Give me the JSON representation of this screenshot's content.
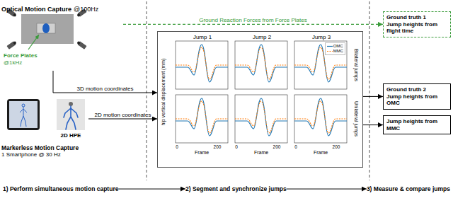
{
  "diagram": {
    "nodes": [
      {
        "text": [
          "Optical Motion Capture",
          "@100Hz"
        ]
      },
      {
        "text": [
          "Markerless Motion Capture",
          "1 Smartphone @ 30 Hz"
        ]
      },
      {
        "text": [
          "Jump 1",
          "Jump 2",
          "Jump 3"
        ]
      },
      {
        "text": [
          "Ground truth 1",
          "Jump heights from flight time"
        ]
      },
      {
        "text": [
          "Ground truth 2",
          "Jump heights from OMC"
        ]
      },
      {
        "text": [
          "Jump heights from MMC"
        ]
      },
      {
        "text": [
          "1) Perform simultaneous motion capture"
        ]
      },
      {
        "text": [
          "2) Segment and synchronize jumps"
        ]
      },
      {
        "text": [
          "3) Measure & compare jumps"
        ]
      }
    ],
    "edges": [
      {
        "from": 0,
        "to": 2,
        "arrow": "to",
        "label": "3D motion coordinates"
      },
      {
        "from": 1,
        "to": 2,
        "arrow": "to",
        "label": "2D motion coordinates"
      },
      {
        "from": 0,
        "to": 3,
        "arrow": "to",
        "label": "Ground Reaction Forces from Force Plates"
      },
      {
        "from": 2,
        "to": 4,
        "arrow": "to"
      },
      {
        "from": 2,
        "to": 5,
        "arrow": "to"
      },
      {
        "from": 6,
        "to": 7,
        "arrow": "to"
      },
      {
        "from": 7,
        "to": 8,
        "arrow": "to"
      }
    ],
    "labels": [
      "Force Plates",
      "@1kHz",
      "2D HPE",
      "hip vertical displacement (mm)",
      "Bilateral jumps",
      "Unilateral jumps",
      "0",
      "200",
      "Frame",
      "0",
      "200",
      "Frame",
      "0",
      "200",
      "Frame"
    ],
    "legend": [
      {
        "text": "OMC"
      },
      {
        "text": "MMC"
      }
    ]
  }
}
